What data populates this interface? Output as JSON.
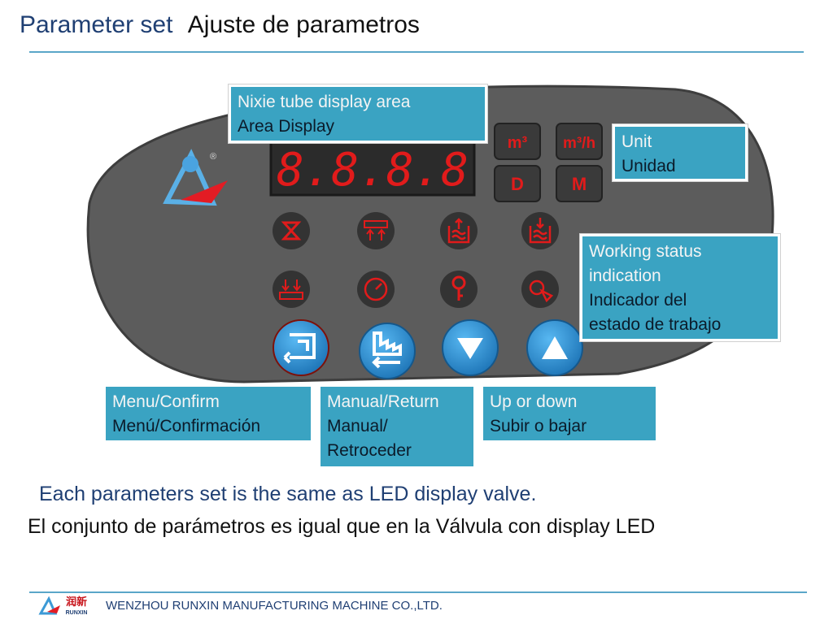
{
  "title": {
    "en": "Parameter set",
    "es": "Ajuste de parametros"
  },
  "display": {
    "digits": "8.8.8.8",
    "accent_color": "#e11b1b"
  },
  "unit_keys": [
    "m³",
    "m³/h",
    "D",
    "M"
  ],
  "status_icons": [
    "hourglass-icon",
    "brine-draw-icon",
    "backwash-icon",
    "refill-icon",
    "regenerate-icon",
    "timer-icon",
    "key-icon",
    "valve-icon"
  ],
  "buttons": [
    "menu-confirm",
    "manual-return",
    "down",
    "up"
  ],
  "callouts": {
    "nixie": {
      "en": "Nixie tube display area",
      "es": "Area Display"
    },
    "unit": {
      "en": "Unit",
      "es": "Unidad"
    },
    "status": {
      "en1": "Working status",
      "en2": "indication",
      "es1": "Indicador del",
      "es2": "estado de trabajo"
    },
    "menu": {
      "en": "Menu/Confirm",
      "es": "Menú/Confirmación"
    },
    "manual": {
      "en": "Manual/Return",
      "es1": "Manual/",
      "es2": "Retroceder"
    },
    "updown": {
      "en": "Up or down",
      "es": "Subir o bajar"
    }
  },
  "caption": {
    "en": "Each parameters set is the same as LED display valve.",
    "es": "El conjunto de parámetros es igual que en la Válvula con display LED"
  },
  "footer": {
    "company": "WENZHOU RUNXIN MANUFACTURING MACHINE CO.,LTD.",
    "logo_text": "润新",
    "logo_sub": "RUNXIN"
  },
  "colors": {
    "callout": "#3aa3c2",
    "panel": "#5a5a5a",
    "blue_button": "#2a8fd0",
    "red_button": "#d8261f",
    "title": "#1f3f73"
  }
}
